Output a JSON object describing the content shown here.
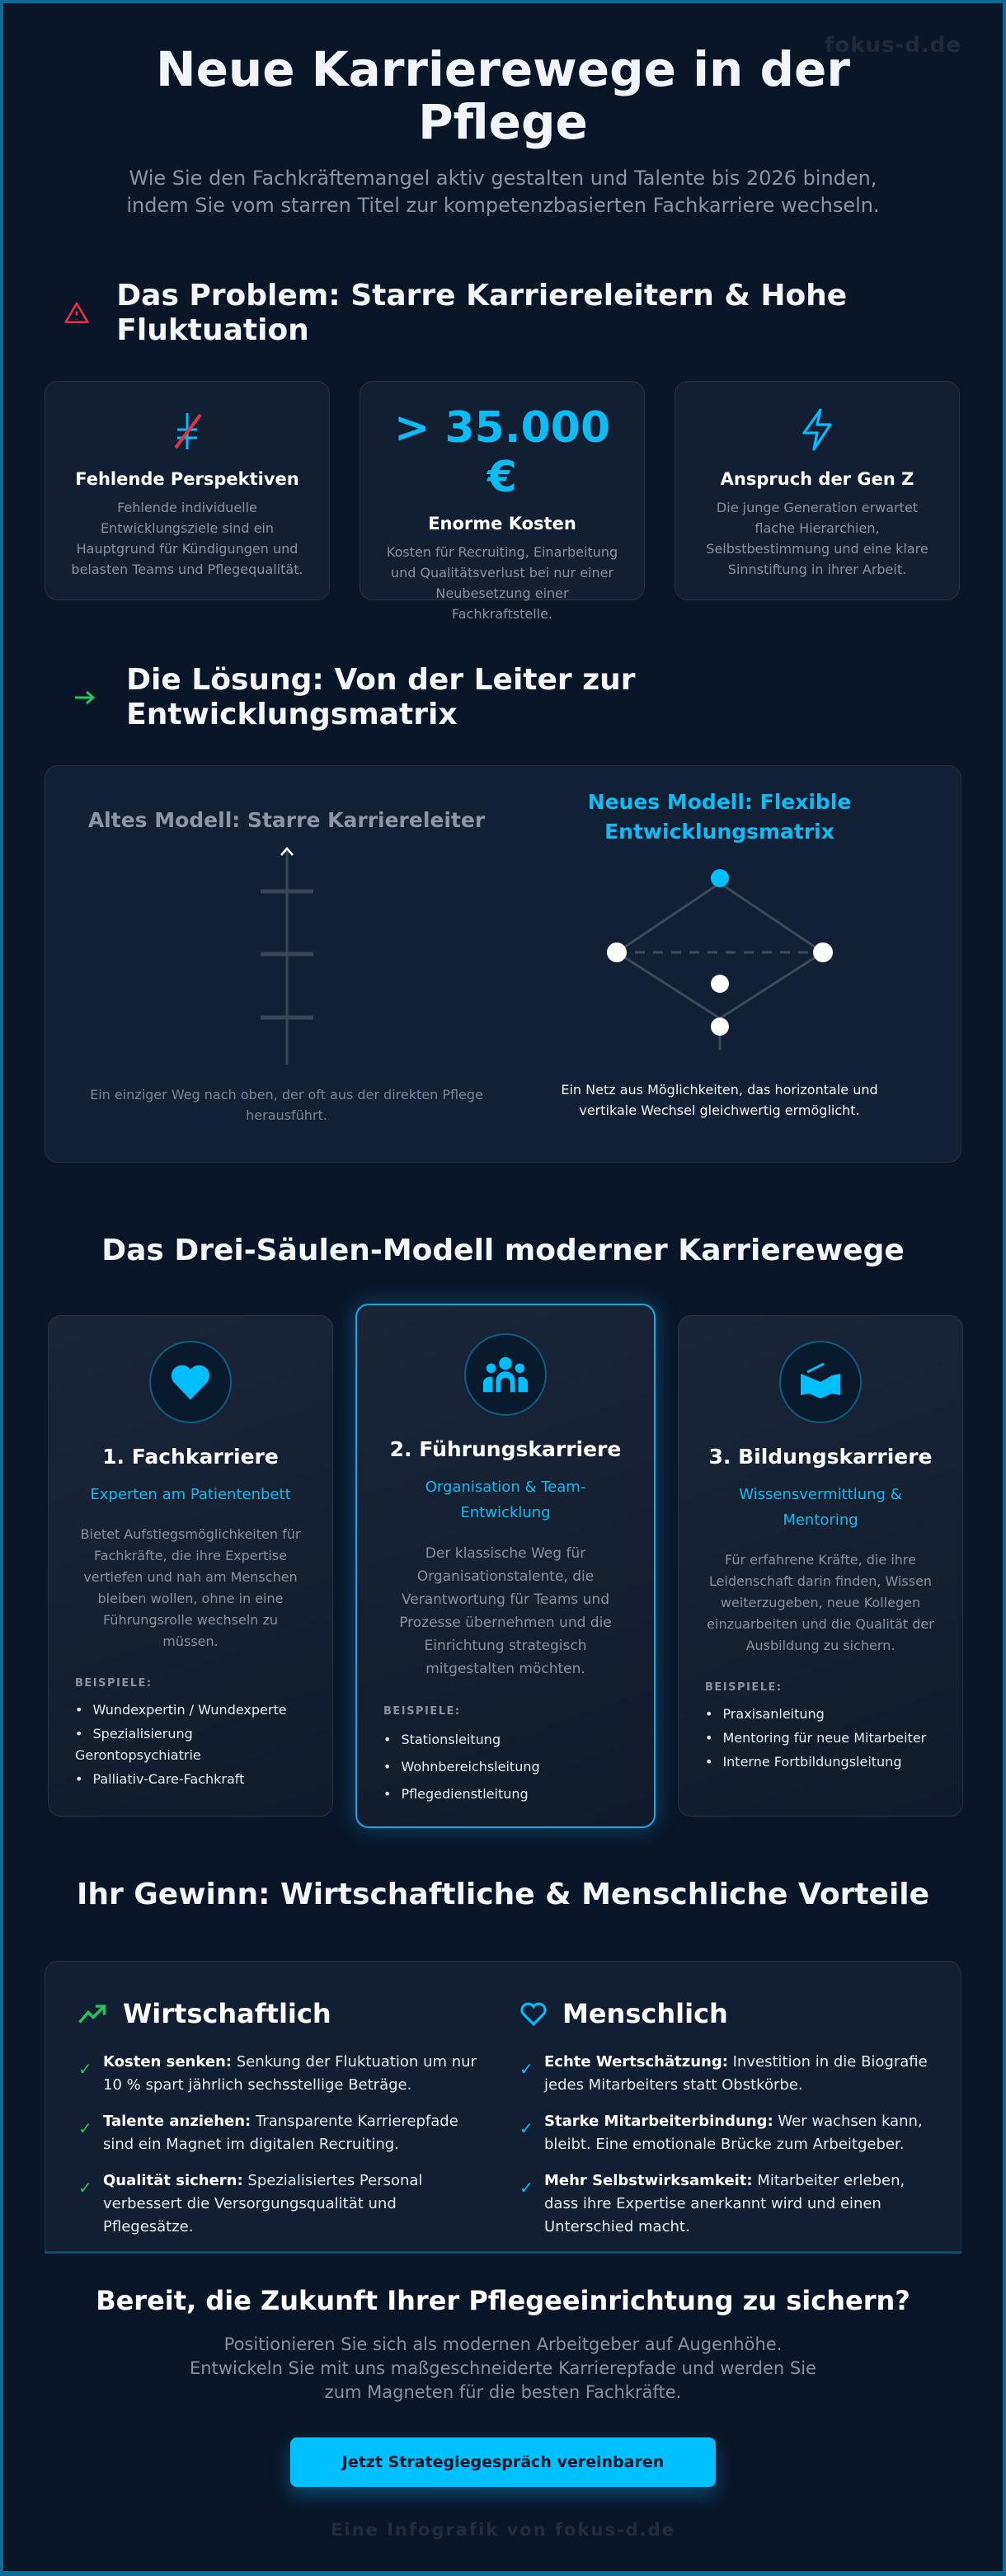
{
  "watermark": "fokus-d.de",
  "header": {
    "title": "Neue Karrierewege in der Pflege",
    "subtitle": "Wie Sie den Fachkräftemangel aktiv gestalten und Talente bis 2026 binden, indem Sie vom starren Titel zur kompetenzbasierten Fachkarriere wechseln."
  },
  "problem": {
    "heading": "Das Problem: Starre Karriereleitern & Hohe Fluktuation",
    "icon": "warning-triangle-icon",
    "cards": [
      {
        "icon": "no-growth-icon",
        "title": "Fehlende Perspektiven",
        "text": "Fehlende individuelle Entwicklungsziele sind ein Hauptgrund für Kündigungen und belasten Teams und Pflegequalität."
      },
      {
        "stat": "> 35.000 €",
        "title": "Enorme Kosten",
        "text": "Kosten für Recruiting, Einarbeitung und Qualitätsverlust bei nur einer Neubesetzung einer Fachkraftstelle."
      },
      {
        "icon": "lightning-icon",
        "title": "Anspruch der Gen Z",
        "text": "Die junge Generation erwartet flache Hierarchien, Selbstbestimmung und eine klare Sinnstiftung in ihrer Arbeit."
      }
    ]
  },
  "solution": {
    "heading": "Die Lösung: Von der Leiter zur Entwicklungsmatrix",
    "old": {
      "title": "Altes Modell: Starre Karriereleiter",
      "caption": "Ein einziger Weg nach oben, der oft aus der direkten Pflege herausführt."
    },
    "new": {
      "title": "Neues Modell: Flexible Entwicklungsmatrix",
      "caption": "Ein Netz aus Möglichkeiten, das horizontale und vertikale Wechsel gleichwertig ermöglicht."
    }
  },
  "pillars": {
    "heading": "Das Drei-Säulen-Modell moderner Karrierewege",
    "examples_label": "BEISPIELE:",
    "items": [
      {
        "title": "1. Fachkarriere",
        "subtitle": "Experten am Patientenbett",
        "text": "Bietet Aufstiegsmöglichkeiten für Fachkräfte, die ihre Expertise vertiefen und nah am Menschen bleiben wollen, ohne in eine Führungsrolle wechseln zu müssen.",
        "examples": [
          "Wundexpertin / Wundexperte",
          "Spezialisierung Gerontopsychiatrie",
          "Palliativ-Care-Fachkraft"
        ]
      },
      {
        "title": "2. Führungskarriere",
        "subtitle": "Organisation & Team-Entwicklung",
        "text": "Der klassische Weg für Organisationstalente, die Verantwortung für Teams und Prozesse übernehmen und die Einrichtung strategisch mitgestalten möchten.",
        "examples": [
          "Stationsleitung",
          "Wohnbereichsleitung",
          "Pflegedienstleitung"
        ]
      },
      {
        "title": "3. Bildungskarriere",
        "subtitle": "Wissensvermittlung & Mentoring",
        "text": "Für erfahrene Kräfte, die ihre Leidenschaft darin finden, Wissen weiterzugeben, neue Kollegen einzuarbeiten und die Qualität der Ausbildung zu sichern.",
        "examples": [
          "Praxisanleitung",
          "Mentoring für neue Mitarbeiter",
          "Interne Fortbildungsleitung"
        ]
      }
    ]
  },
  "benefits": {
    "heading": "Ihr Gewinn: Wirtschaftliche & Menschliche Vorteile",
    "economic": {
      "title": "Wirtschaftlich",
      "items": [
        {
          "bold": "Kosten senken:",
          "text": " Senkung der Fluktuation um nur 10 % spart jährlich sechsstellige Beträge."
        },
        {
          "bold": "Talente anziehen:",
          "text": " Transparente Karrierepfade sind ein Magnet im digitalen Recruiting."
        },
        {
          "bold": "Qualität sichern:",
          "text": " Spezialisiertes Personal verbessert die Versorgungsqualität und Pflegesätze."
        }
      ]
    },
    "human": {
      "title": "Menschlich",
      "items": [
        {
          "bold": "Echte Wertschätzung:",
          "text": " Investition in die Biografie jedes Mitarbeiters statt Obstkörbe."
        },
        {
          "bold": "Starke Mitarbeiterbindung:",
          "text": " Wer wachsen kann, bleibt. Eine emotionale Brücke zum Arbeitgeber."
        },
        {
          "bold": "Mehr Selbstwirksamkeit:",
          "text": " Mitarbeiter erleben, dass ihre Expertise anerkannt wird und einen Unterschied macht."
        }
      ]
    },
    "check": "✓"
  },
  "cta": {
    "heading": "Bereit, die Zukunft Ihrer Pflegeeinrichtung zu sichern?",
    "text": "Positionieren Sie sich als modernen Arbeitgeber auf Augenhöhe. Entwickeln Sie mit uns maßgeschneiderte Karrierepfade und werden Sie zum Magneten für die besten Fachkräfte.",
    "button": "Jetzt Strategiegespräch vereinbaren"
  },
  "footer": "Eine Infografik von fokus-d.de",
  "colors": {
    "accent": "#00c1ff",
    "danger": "#e0314b",
    "success": "#22c55e",
    "bg": "#0a1628"
  }
}
